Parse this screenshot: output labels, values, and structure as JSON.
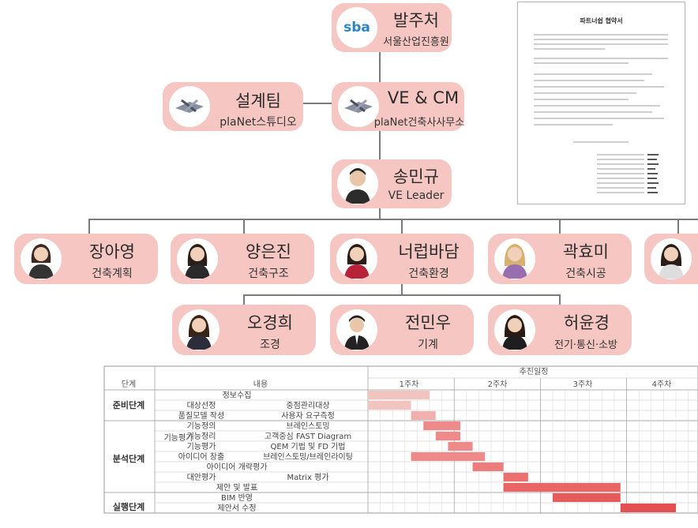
{
  "org": {
    "client": {
      "title": "발주처",
      "subtitle": "서울산업진흥원",
      "logo": "sba"
    },
    "design": {
      "title": "설계팀",
      "subtitle": "plaNet스튜디오"
    },
    "vecm": {
      "title": "VE & CM",
      "subtitle": "plaNet건축사사무소"
    },
    "leader": {
      "title": "송민규",
      "subtitle": "VE Leader"
    },
    "members_row1": [
      {
        "name": "장아영",
        "role": "건축계획"
      },
      {
        "name": "양은진",
        "role": "건축구조"
      },
      {
        "name": "너럽바담",
        "role": "건축환경"
      },
      {
        "name": "곽효미",
        "role": "건축시공"
      }
    ],
    "members_row2": [
      {
        "name": "오경희",
        "role": "조경"
      },
      {
        "name": "전민우",
        "role": "기계"
      },
      {
        "name": "허윤경",
        "role": "전기·통신·소방"
      }
    ]
  },
  "agreement": {
    "title": "파트너쉽 협약서"
  },
  "schedule": {
    "header_stage": "단계",
    "header_content": "내용",
    "header_schedule": "추진일정",
    "weeks": [
      "1주차",
      "2주차",
      "3주차",
      "4주차"
    ],
    "stages": [
      "준비단계",
      "분석단계",
      "실행단계"
    ],
    "rows": [
      {
        "task": "정보수집",
        "detail": ""
      },
      {
        "task": "대상선정",
        "detail": "중점관리대상"
      },
      {
        "task": "품질모델 작성",
        "detail": "사용자 요구측정"
      },
      {
        "task": "기능정의",
        "detail": "브레인스토밍"
      },
      {
        "task": "기능정리",
        "detail": "고객중심 FAST Diagram"
      },
      {
        "task": "기능평가",
        "detail": "QEM 기법 및 FD 기법"
      },
      {
        "task": "아이디어 창출",
        "detail": "브레인스토밍/브레인라이팅"
      },
      {
        "task": "아이디어 개략평가",
        "detail": ""
      },
      {
        "task": "대안평가",
        "detail": "Matrix 평가"
      },
      {
        "task": "제안 및 발표",
        "detail": ""
      },
      {
        "task": "BIM 반영",
        "detail": ""
      },
      {
        "task": "제안서 수정",
        "detail": ""
      }
    ],
    "group_label": "기능평가"
  },
  "gantt": {
    "unit": "day",
    "bars": [
      {
        "start": 0,
        "end": 5,
        "color": "#f2c4c0"
      },
      {
        "start": 0,
        "end": 3.5,
        "color": "#f2c4c0"
      },
      {
        "start": 3.5,
        "end": 5.5,
        "color": "#f0b0ae"
      },
      {
        "start": 4.5,
        "end": 7.5,
        "color": "#ee8b8a"
      },
      {
        "start": 5.5,
        "end": 7.5,
        "color": "#ee8b8a"
      },
      {
        "start": 6.5,
        "end": 8.5,
        "color": "#ee8b8a"
      },
      {
        "start": 3.5,
        "end": 9.5,
        "color": "#ee8b8a"
      },
      {
        "start": 8.5,
        "end": 11,
        "color": "#ec7d7c"
      },
      {
        "start": 11,
        "end": 13,
        "color": "#ec7070"
      },
      {
        "start": 11,
        "end": 20.5,
        "color": "#ea6565"
      },
      {
        "start": 15,
        "end": 20.5,
        "color": "#e65a5a"
      },
      {
        "start": 20.5,
        "end": 25,
        "color": "#e44f4f"
      }
    ]
  }
}
